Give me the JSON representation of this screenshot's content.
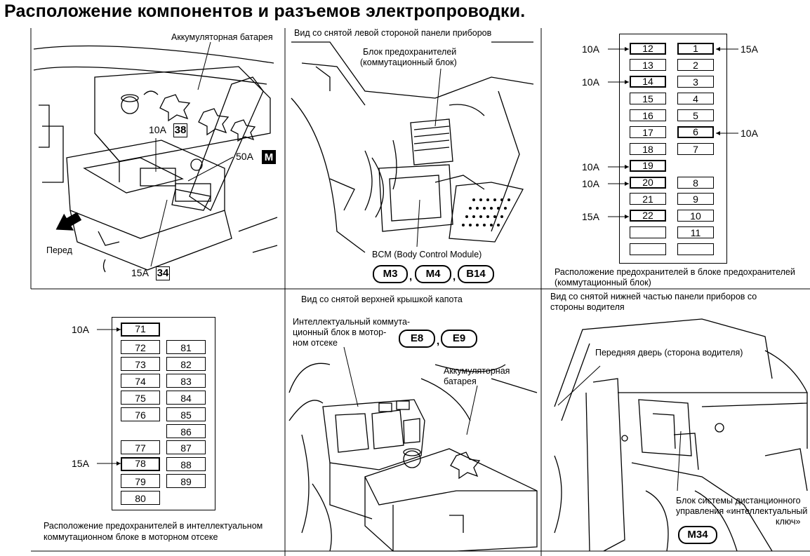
{
  "title": "Расположение компонентов и разъемов электропроводки.",
  "panel_battery": {
    "battery_label": "Аккумуляторная батарея",
    "fuse_10a": "10A",
    "fuse_10a_num": "38",
    "fuse_50a": "50A",
    "fuse_50a_code": "M",
    "fuse_15a": "15A",
    "fuse_15a_num": "34",
    "front_label": "Перед"
  },
  "panel_dash_left": {
    "view_label": "Вид со снятой левой стороной панели приборов",
    "fuse_block_line1": "Блок предохранителей",
    "fuse_block_line2": "(коммутационный блок)",
    "bcm_label": "BCM (Body Control Module)",
    "connectors": [
      "M3",
      "M4",
      "B14"
    ],
    "comma": ","
  },
  "panel_fuse_block": {
    "caption_line1": "Расположение предохранителей в блоке предохранителей",
    "caption_line2": "(коммутационный блок)",
    "left_column": [
      "12",
      "13",
      "14",
      "15",
      "16",
      "17",
      "18",
      "19",
      "20",
      "21",
      "22",
      "",
      ""
    ],
    "right_column": [
      "1",
      "2",
      "3",
      "4",
      "5",
      "6",
      "7",
      "8",
      "9",
      "10",
      "11",
      ""
    ],
    "ratings": {
      "f12": "10A",
      "f1": "15A",
      "f14": "10A",
      "f6": "10A",
      "f19": "10A",
      "f20": "10A",
      "f22": "15A"
    }
  },
  "panel_ipdm": {
    "caption_line1": "Расположение предохранителей в интеллектуальном",
    "caption_line2": "коммутационном блоке в моторном отсеке",
    "left_column": [
      "71",
      "72",
      "73",
      "74",
      "75",
      "76",
      "77",
      "78",
      "79",
      "80"
    ],
    "right_column": [
      "81",
      "82",
      "83",
      "84",
      "85",
      "86",
      "87",
      "88",
      "89"
    ],
    "ratings": {
      "f71": "10A",
      "f78": "15A"
    }
  },
  "panel_hood": {
    "view_label": "Вид со снятой верхней крышкой капота",
    "ipdm_line1": "Интеллектуальный коммута-",
    "ipdm_line2": "ционный блок в мотор-",
    "ipdm_line3": "ном отсеке",
    "battery_line1": "Аккумуляторная",
    "battery_line2": "батарея",
    "connectors": [
      "E8",
      "E9"
    ],
    "comma": ","
  },
  "panel_driver": {
    "view_line1": "Вид со снятой нижней частью панели приборов со",
    "view_line2": "стороны водителя",
    "door_label": "Передняя дверь (сторона водителя)",
    "keyless_line1": "Блок системы дистанционного",
    "keyless_line2": "управления «интеллектуальный",
    "keyless_line3": "ключ»",
    "connector": "M34"
  }
}
